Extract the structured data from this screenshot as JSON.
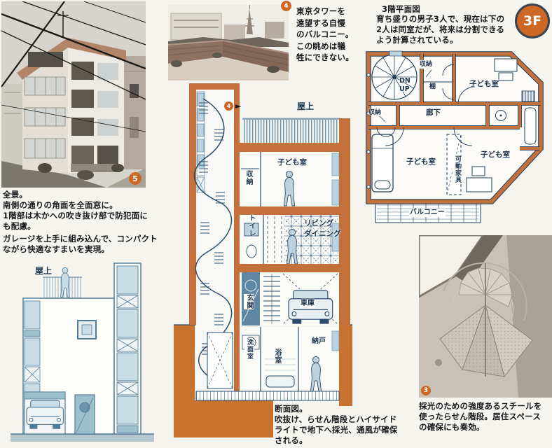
{
  "colors": {
    "accent_orange": "#cd6726",
    "wall_orange": "#c4703a",
    "earth_orange": "#c8722f",
    "drawing_navy": "#2a4d6e",
    "drawing_blue": "#bdd2dc",
    "elevation_line": "#517c99"
  },
  "building_photo": {
    "badge": "5"
  },
  "balcony_photo": {
    "badge": "4"
  },
  "spiral_photo": {
    "badge": "3"
  },
  "captions": {
    "zenkei": "全景。\n南側の通りの角面を全面窓に。\n1階部は木かへの吹き抜け部で防犯面に\nも配慮。",
    "garage": "ガレージを上手に組み込んで、コンパクト\nながら快適なすまいを実現。",
    "balcony": "東京タワーを\n遠望する自慢\nのバルコニー。\nこの眺めは犠\n牲にできない。",
    "section": "断面図。\n吹抜け、らせん階段とハイサイド\nライトで地下へ採光、通風が確保\nされる。",
    "spiral": "採光のための強度あるスチールを\n使ったらせん階段。居住スペース\nの確保にも奏効。"
  },
  "elevation": {
    "rooftop": "屋上"
  },
  "section": {
    "badge": "4",
    "arrow": "►",
    "rooftop": "屋上",
    "kids": "子ども室",
    "storage": "収納",
    "toilet": "トイレ",
    "living": "リビング\nダイニング",
    "entrance": "玄関",
    "garage": "車庫",
    "washroom": "洗面室",
    "bathroom": "浴室",
    "storeroom": "納戸"
  },
  "plan": {
    "heading": "3階平面図",
    "desc": "育ち盛りの男子3人で、現在は下の\n2人は同室だが、将来は分割できる\nよう計算されている。",
    "badge": "3F",
    "dnup": "DN\nUP",
    "storage_top": "収納",
    "shelf": "棚",
    "kids_tr": "子ども室",
    "storage_left": "収納",
    "corridor": "廊下",
    "kids_bl": "子ども室",
    "kids_br": "子ども室",
    "movable": "可動家具",
    "balcony": "バルコニー"
  }
}
